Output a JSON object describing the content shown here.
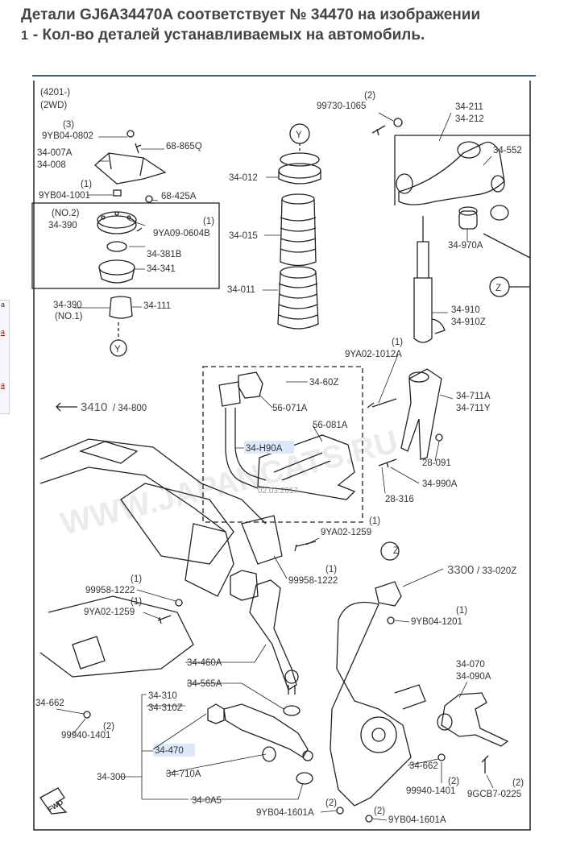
{
  "header": {
    "title": "Детали GJ6A34470A соответствует № 34470 на изображении",
    "note_number": "1",
    "note_text": "- Кол-во деталей устанавливаемых на автомобиль."
  },
  "sidebar": {
    "items": [
      "a",
      "a",
      "a"
    ]
  },
  "diagram": {
    "range_code": "(4201-)",
    "drive": "(2WD)",
    "watermark": "WWW.JAPANCATS.RU",
    "fwd": "FWD",
    "callouts": {
      "y_top": "Y",
      "y_bottom": "Y",
      "z_right": "Z",
      "z_bottom": "Z",
      "c_99730": "99730-1065",
      "q_99730": "(2)",
      "c_34211": "34-211",
      "c_34212": "34-212",
      "c_34552": "34-552",
      "c_34970": "34-970A",
      "c_34910": "34-910",
      "c_34910z": "34-910Z",
      "c_9ya02_1012": "9YA02-1012A",
      "q_9ya02_1012": "(1)",
      "c_34711a": "34-711A",
      "c_34711y": "34-711Y",
      "c_28091": "28-091",
      "c_34990a": "34-990A",
      "c_28316": "28-316",
      "c_9yb04_0802": "9YB04-0802",
      "q_9yb04_0802": "(3)",
      "c_68865q": "68-865Q",
      "c_34007a": "34-007A",
      "c_34008": "34-008",
      "c_9yb04_1001": "9YB04-1001",
      "q_9yb04_1001": "(1)",
      "c_68425a": "68-425A",
      "c_no2": "(NO.2)",
      "c_34390a": "34-390",
      "c_9ya09": "9YA09-0604B",
      "q_9ya09": "(1)",
      "c_34381b": "34-381B",
      "c_34341": "34-341",
      "c_34390b": "34-390",
      "c_no1": "(NO.1)",
      "c_34111": "34-111",
      "c_34012": "34-012",
      "c_34015": "34-015",
      "c_34011": "34-011",
      "c_34602": "34-60Z",
      "c_56071a": "56-071A",
      "c_56081a": "56-081A",
      "c_34h90a": "34-H90A",
      "c_date": "02.03.2017",
      "c_3410": "3410",
      "c_34800": "/ 34-800",
      "c_9ya02_1259r": "9YA02-1259",
      "q_9ya02_1259r": "(1)",
      "c_99958r": "99958-1222",
      "q_99958r": "(1)",
      "c_3300": "3300",
      "c_33020z": "/ 33-020Z",
      "c_99958l": "99958-1222",
      "q_99958l": "(1)",
      "c_9ya02_1259l": "9YA02-1259",
      "q_9ya02_1259l": "(1)",
      "c_9yb04_1201": "9YB04-1201",
      "q_9yb04_1201": "(1)",
      "c_34460a": "34-460A",
      "c_34565a": "34-565A",
      "c_34310": "34-310",
      "c_34310z": "34-310Z",
      "c_34662l": "34-662",
      "c_99940l": "99940-1401",
      "q_99940l": "(2)",
      "c_34070": "34-070",
      "c_34090a": "34-090A",
      "c_34470": "34-470",
      "c_34300": "34-300",
      "c_34710a": "34-710A",
      "c_340a5": "34-0A5",
      "c_34662r": "34-662",
      "c_99940r": "99940-1401",
      "q_99940r": "(2)",
      "c_9gcb7": "9GCB7-0225",
      "q_9gcb7": "(2)",
      "c_9yb04_1601a": "9YB04-1601A",
      "q_9yb04_1601a": "(2)",
      "c_9yb04_1601b": "9YB04-1601A",
      "q_9yb04_1601b": "(2)"
    }
  }
}
